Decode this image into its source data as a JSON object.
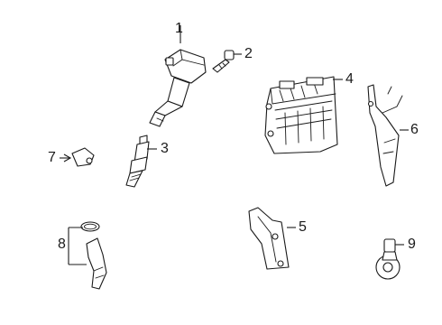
{
  "callouts": {
    "ignition_coil": "1",
    "coil_bolt": "2",
    "spark_plug": "3",
    "ecm": "4",
    "ecm_bracket": "5",
    "harness_bracket": "6",
    "cam_position_sensor": "7",
    "crank_position_sensor": "8",
    "knock_sensor": "9"
  },
  "colors": {
    "line": "#1a1a1a",
    "background": "#ffffff"
  }
}
